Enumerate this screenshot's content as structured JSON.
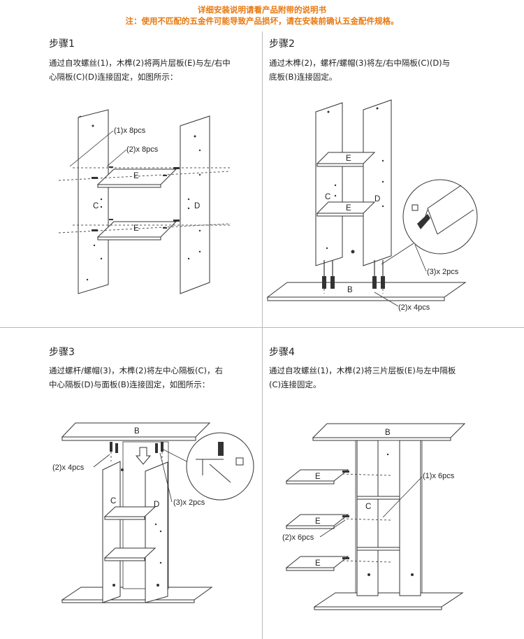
{
  "header": {
    "line1": "详细安装说明请看产品附带的说明书",
    "line2": "注：使用不匹配的五金件可能导致产品损坏，请在安装前确认五金配件规格。",
    "color": "#e7780f"
  },
  "steps": [
    {
      "title": "步骤1",
      "desc": [
        "通过自攻螺丝(1)，木榫(2)将两片层板(E)与左/右中",
        "心隔板(C)(D)连接固定，如图所示："
      ],
      "labels": {
        "c": "C",
        "d": "D",
        "e": "E",
        "c1": "(1)x 8pcs",
        "c2": "(2)x 8pcs"
      }
    },
    {
      "title": "步骤2",
      "desc": [
        "通过木榫(2)，螺杆/螺帽(3)将左/右中隔板(C)(D)与",
        "底板(B)连接固定。"
      ],
      "labels": {
        "c": "C",
        "d": "D",
        "e": "E",
        "b": "B",
        "c3": "(3)x 2pcs",
        "c2": "(2)x 4pcs"
      }
    },
    {
      "title": "步骤3",
      "desc": [
        "通过螺杆/螺帽(3)，木榫(2)将左中心隔板(C)，右",
        "中心隔板(D)与面板(B)连接固定，如图所示："
      ],
      "labels": {
        "b": "B",
        "c": "C",
        "d": "D",
        "c2": "(2)x 4pcs",
        "c3": "(3)x 2pcs"
      }
    },
    {
      "title": "步骤4",
      "desc": [
        "通过自攻螺丝(1)，木榫(2)将三片层板(E)与左中隔板",
        "(C)连接固定。"
      ],
      "labels": {
        "b": "B",
        "c": "C",
        "e": "E",
        "c1": "(1)x 6pcs",
        "c2": "(2)x 6pcs"
      }
    }
  ]
}
